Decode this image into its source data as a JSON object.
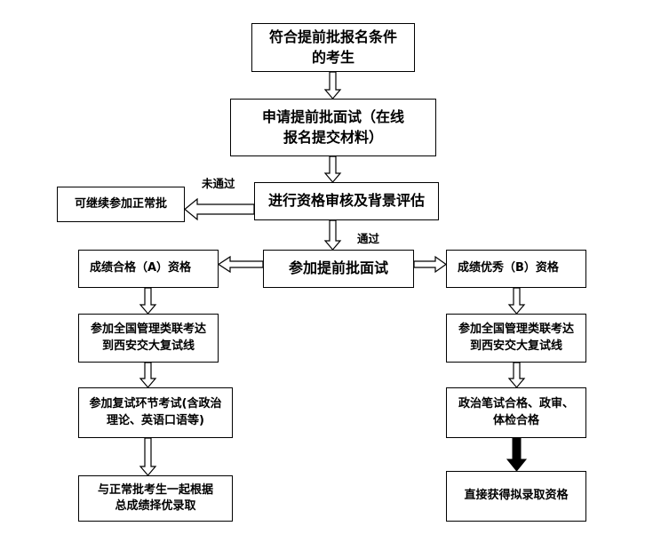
{
  "nodes": {
    "qualify": "符合提前批报名条件的考生",
    "apply": "申请提前批面试（在线报名提交材料）",
    "review": "进行资格审核及背景评估",
    "normal": "可继续参加正常批",
    "interview": "参加提前批面试",
    "grade_a": "成绩合格（A）资格",
    "grade_b": "成绩优秀（B）资格",
    "a_exam": "参加全国管理类联考达到西安交大复试线",
    "a_retest": "参加复试环节考试(含政治理论、英语口语等)",
    "a_final": "与正常批考生一起根据总成绩择优录取",
    "b_exam": "参加全国管理类联考达到西安交大复试线",
    "b_check": "政治笔试合格、政审、体检合格",
    "b_final": "直接获得拟录取资格"
  },
  "labels": {
    "fail": "未通过",
    "pass": "通过"
  }
}
